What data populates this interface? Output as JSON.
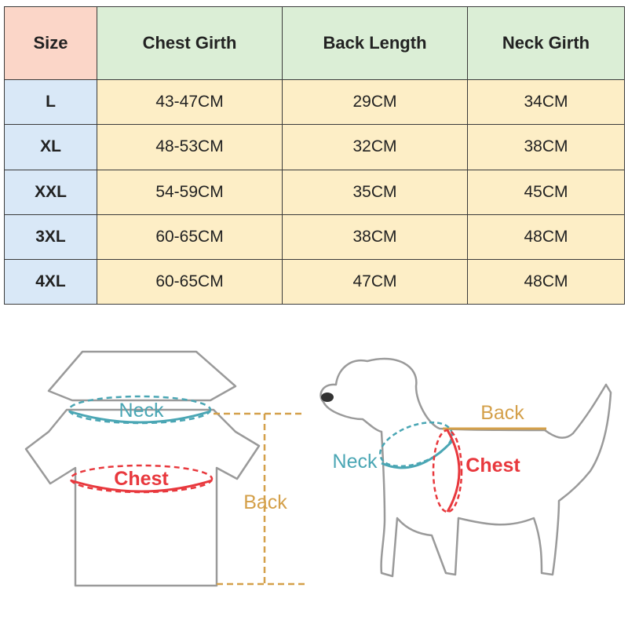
{
  "table": {
    "corner": "Size",
    "headers": [
      "Chest Girth",
      "Back Length",
      "Neck Girth"
    ],
    "rows": [
      {
        "size": "L",
        "chest": "43-47CM",
        "back": "29CM",
        "neck": "34CM"
      },
      {
        "size": "XL",
        "chest": "48-53CM",
        "back": "32CM",
        "neck": "38CM"
      },
      {
        "size": "XXL",
        "chest": "54-59CM",
        "back": "35CM",
        "neck": "45CM"
      },
      {
        "size": "3XL",
        "chest": "60-65CM",
        "back": "38CM",
        "neck": "48CM"
      },
      {
        "size": "4XL",
        "chest": "60-65CM",
        "back": "47CM",
        "neck": "48CM"
      }
    ]
  },
  "diagram": {
    "shirt": {
      "neck_label": "Neck",
      "chest_label": "Chest",
      "back_label": "Back"
    },
    "dog": {
      "neck_label": "Neck",
      "chest_label": "Chest",
      "back_label": "Back"
    },
    "colors": {
      "neck": "#4aa6b4",
      "chest": "#e8383d",
      "back": "#d4a04a",
      "outline": "#9a9a9a"
    }
  }
}
